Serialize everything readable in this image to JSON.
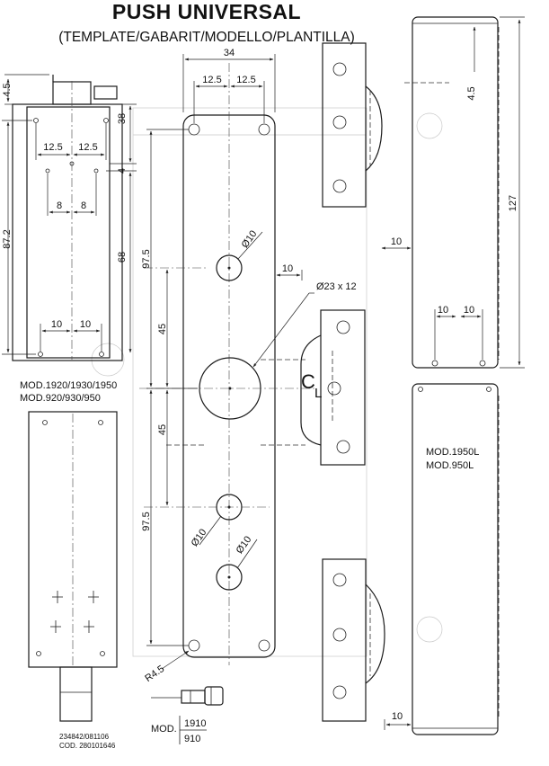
{
  "title": "PUSH UNIVERSAL",
  "subtitle": "(TEMPLATE/GABARIT/MODELLO/PLANTILLA)",
  "dimensions": {
    "d_34": "34",
    "d_12_5_a": "12.5",
    "d_12_5_b": "12.5",
    "d_4_5_left": "4.5",
    "d_38": "38",
    "d_12_5_c": "12.5",
    "d_12_5_d": "12.5",
    "d_4": "4",
    "d_87_2": "87.2",
    "d_8_a": "8",
    "d_8_b": "8",
    "d_68": "68",
    "d_10_a": "10",
    "d_10_b": "10",
    "d_97_5_top": "97.5",
    "d_dia10_top": "Ø10",
    "d_10_c": "10",
    "d_dia23": "Ø23 x 12",
    "d_45_top": "45",
    "d_45_bottom": "45",
    "d_97_5_bottom": "97.5",
    "d_dia10_mid": "Ø10",
    "d_dia10_low": "Ø10",
    "d_r4_5": "R4.5",
    "d_10_d": "10",
    "d_4_5_right": "4.5",
    "d_127": "127",
    "d_10_e": "10",
    "d_10_f": "10",
    "d_10_g": "10"
  },
  "labels": {
    "cl_c": "C",
    "cl_l": "L",
    "models_left_1": "MOD.1920/1930/1950",
    "models_left_2": "MOD.920/930/950",
    "models_right_1": "MOD.1950L",
    "models_right_2": "MOD.950L",
    "mod_prefix": "MOD.",
    "mod_1910": "1910",
    "mod_910": "910",
    "code_1": "234842/081106",
    "code_2": "COD. 280101646"
  }
}
